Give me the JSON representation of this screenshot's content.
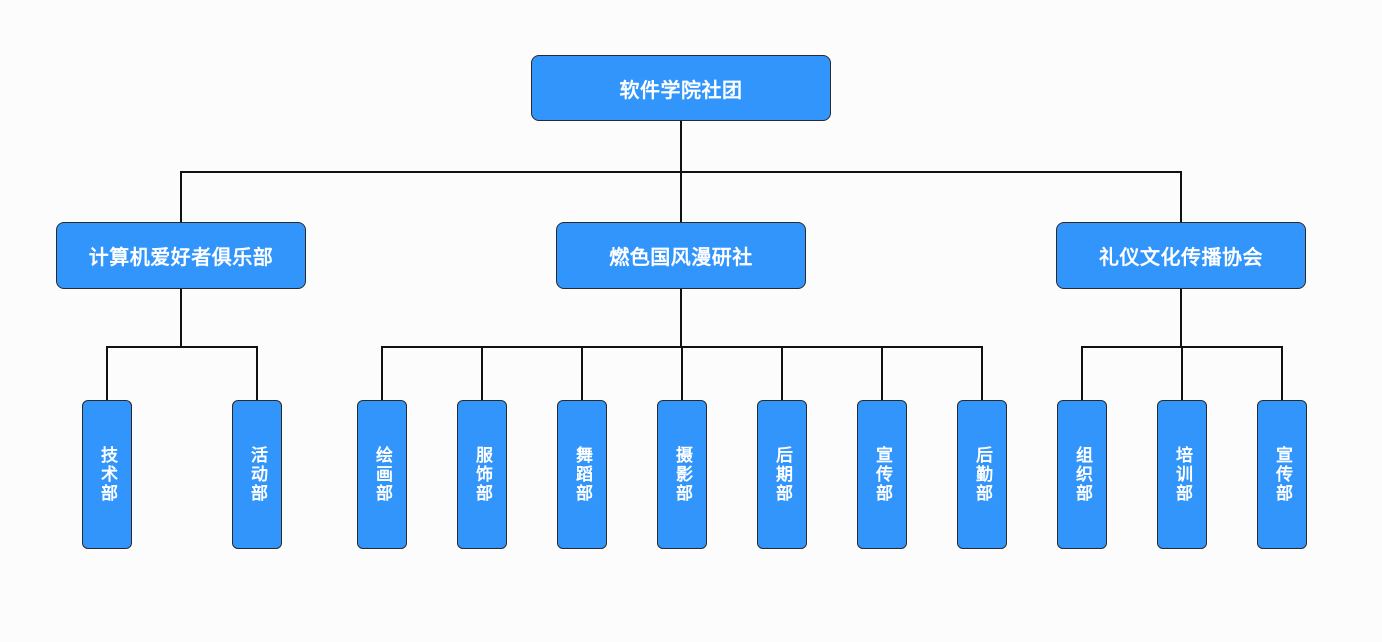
{
  "root": {
    "label": "软件学院社团"
  },
  "clubs": [
    {
      "label": "计算机爱好者俱乐部",
      "departments": [
        "技术部",
        "活动部"
      ]
    },
    {
      "label": "燃色国风漫研社",
      "departments": [
        "绘画部",
        "服饰部",
        "舞蹈部",
        "摄影部",
        "后期部",
        "宣传部",
        "后勤部"
      ]
    },
    {
      "label": "礼仪文化传播协会",
      "departments": [
        "组织部",
        "培训部",
        "宣传部"
      ]
    }
  ],
  "colors": {
    "node_fill": "#3295fc",
    "node_border": "#2a2a2a",
    "connector": "#111111",
    "text": "#ffffff",
    "background": "#fcfcfc"
  }
}
